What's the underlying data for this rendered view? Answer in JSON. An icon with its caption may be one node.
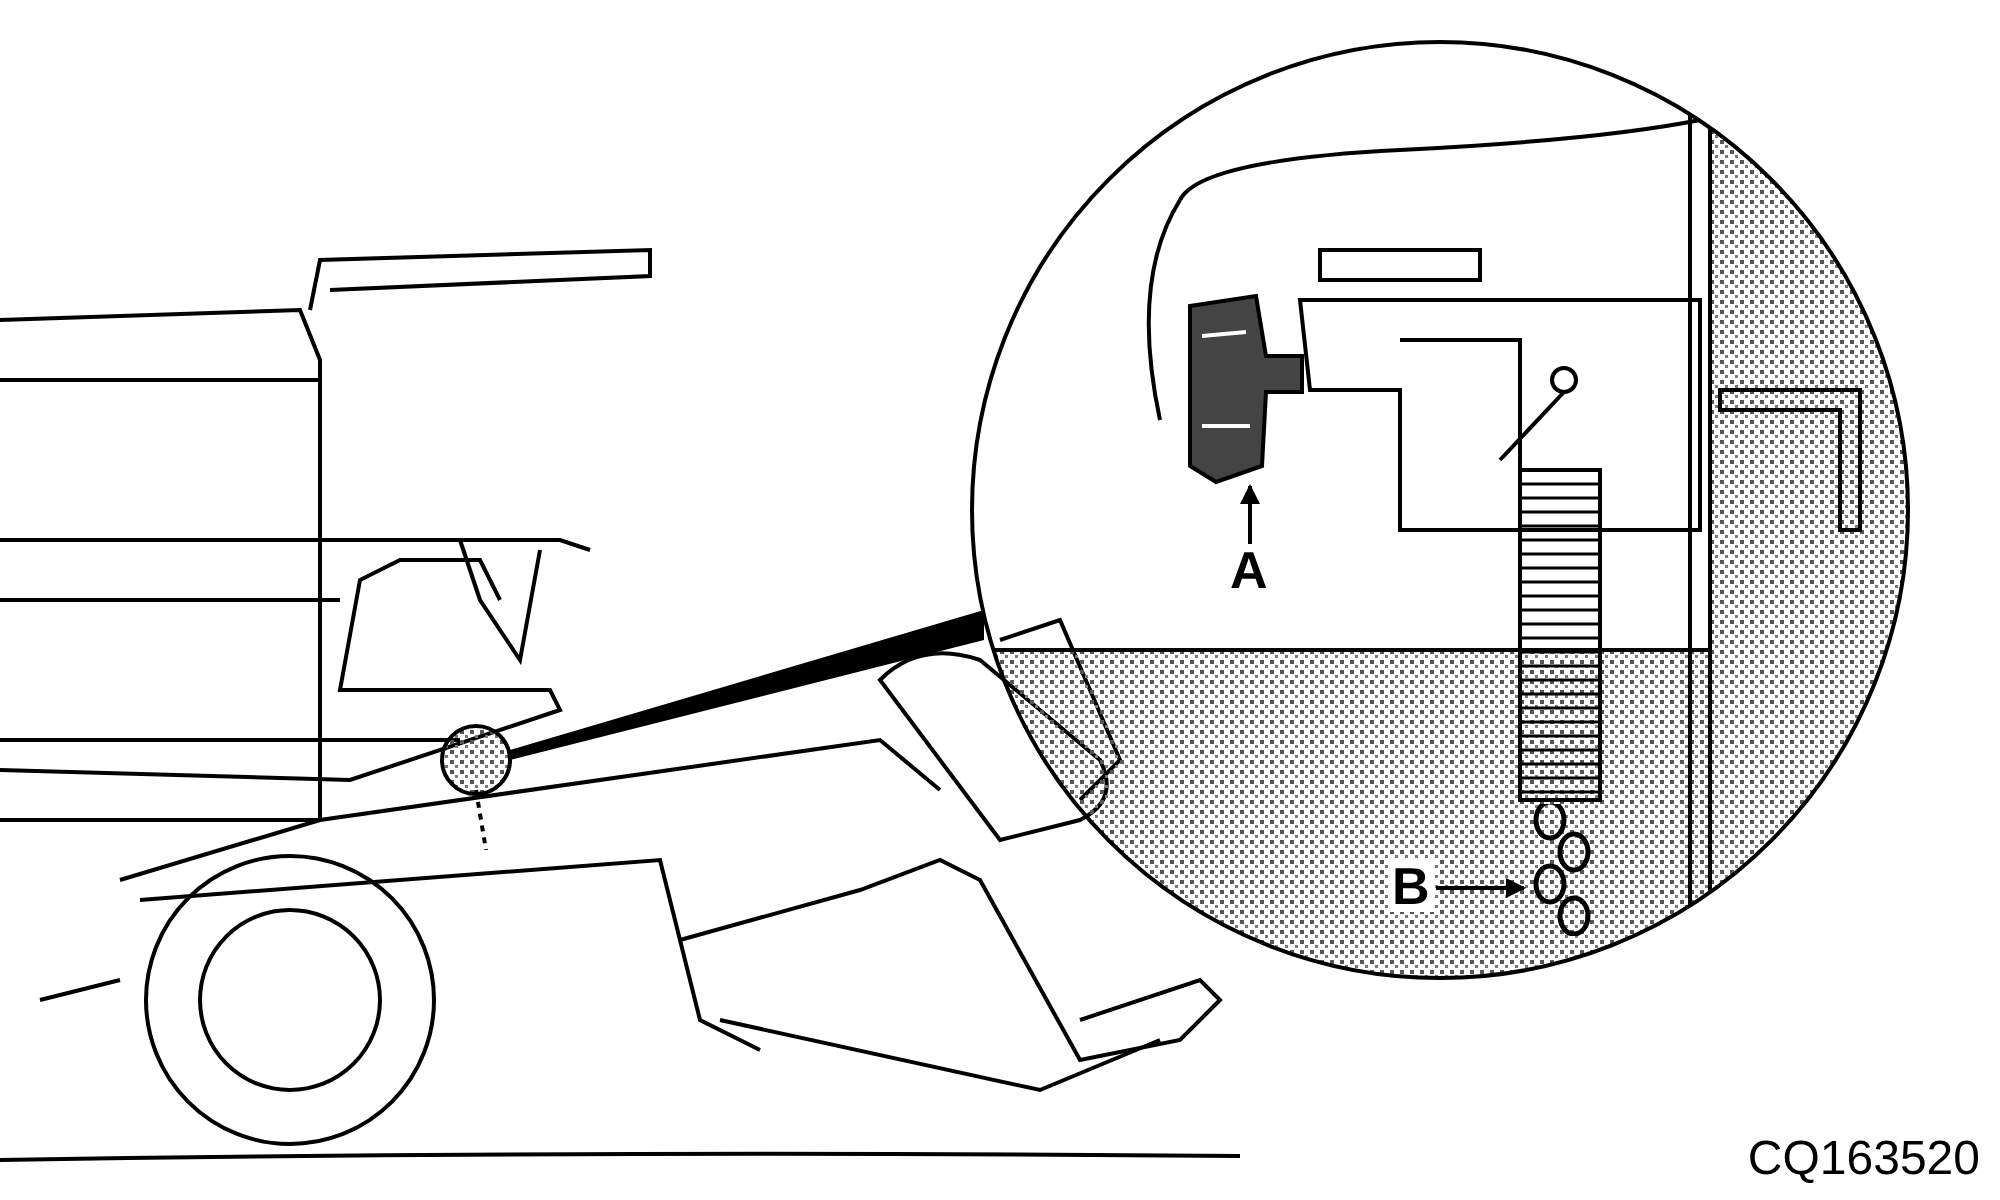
{
  "diagram": {
    "nodes": [
      {
        "text": [
          "A"
        ]
      },
      {
        "text": [],
        "shape": "picture"
      },
      {
        "text": [
          "B"
        ]
      },
      {
        "text": [],
        "shape": "picture"
      }
    ],
    "edges": [
      {
        "from": 0,
        "to": 1,
        "arrow": "to"
      },
      {
        "from": 2,
        "to": 3,
        "arrow": "to"
      }
    ],
    "labels": [
      "CQ163520"
    ]
  }
}
